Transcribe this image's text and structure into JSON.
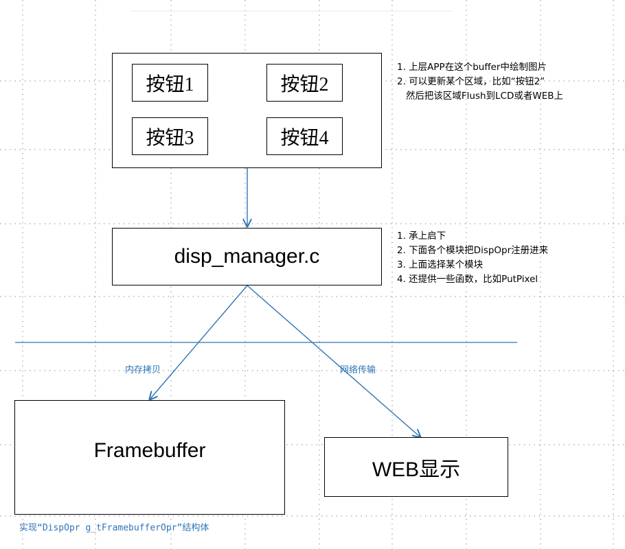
{
  "top_buffer": {
    "buttons": [
      "按钮1",
      "按钮2",
      "按钮3",
      "按钮4"
    ]
  },
  "top_notes": [
    "1. 上层APP在这个buffer中绘制图片",
    "2. 可以更新某个区域，比如“按钮2”",
    "   然后把该区域Flush到LCD或者WEB上"
  ],
  "manager": {
    "label": "disp_manager.c"
  },
  "manager_notes": [
    "1. 承上启下",
    "2. 下面各个模块把DispOpr注册进来",
    "3. 上面选择某个模块",
    "4. 还提供一些函数，比如PutPixel"
  ],
  "edges": {
    "left_label": "内存拷贝",
    "right_label": "网络传输"
  },
  "framebuffer": {
    "label": "Framebuffer",
    "caption": "实现“DispOpr g_tFramebufferOpr”结构体"
  },
  "web": {
    "label": "WEB显示"
  },
  "colors": {
    "arrow": "#2e75b6",
    "grid": "#7f7f7f"
  }
}
